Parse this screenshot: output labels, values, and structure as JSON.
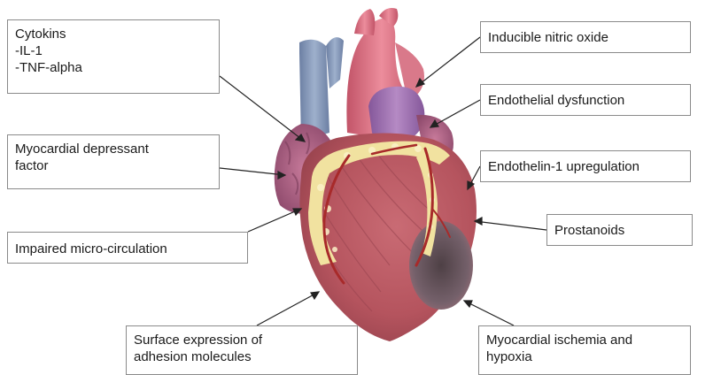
{
  "labels": {
    "cytokines": "Cytokins\n-IL-1\n-TNF-alpha",
    "myocardial_depressant": "Myocardial depressant\nfactor",
    "impaired_microcirculation": "Impaired micro-circulation",
    "surface_expression": "Surface expression of\nadhesion molecules",
    "inducible_nitric_oxide": "Inducible nitric oxide",
    "endothelial_dysfunction": "Endothelial dysfunction",
    "endothelin_upregulation": "Endothelin-1 upregulation",
    "prostanoids": "Prostanoids",
    "myocardial_ischemia": "Myocardial ischemia and\nhypoxia"
  },
  "colors": {
    "heart_muscle": "#b5545e",
    "vein": "#7f93b4",
    "artery": "#d86a7c",
    "pulmonary": "#9a6aa8",
    "fat": "#f3e6a6",
    "vessel_red": "#a82a2a",
    "ischemia": "#6e5a60",
    "line": "#222222"
  }
}
